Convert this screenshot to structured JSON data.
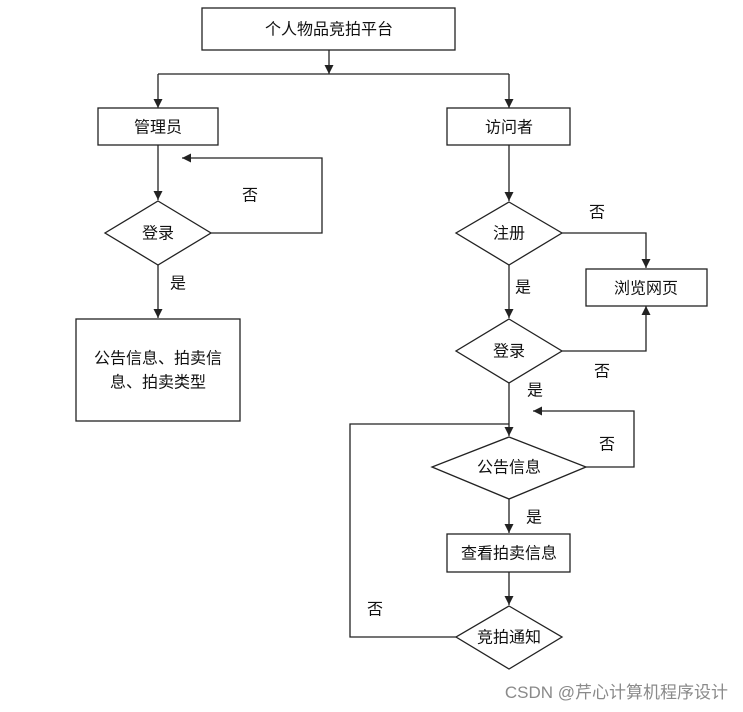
{
  "nodes": {
    "platform": "个人物品竞拍平台",
    "admin": "管理员",
    "visitor": "访问者",
    "admin_login": "登录",
    "admin_content_line1": "公告信息、拍卖信",
    "admin_content_line2": "息、拍卖类型",
    "register": "注册",
    "browse": "浏览网页",
    "visitor_login": "登录",
    "announcement": "公告信息",
    "view_auction": "查看拍卖信息",
    "bid_notice": "竞拍通知"
  },
  "edges": {
    "no": "否",
    "yes": "是"
  },
  "watermark": "CSDN @芹心计算机程序设计"
}
